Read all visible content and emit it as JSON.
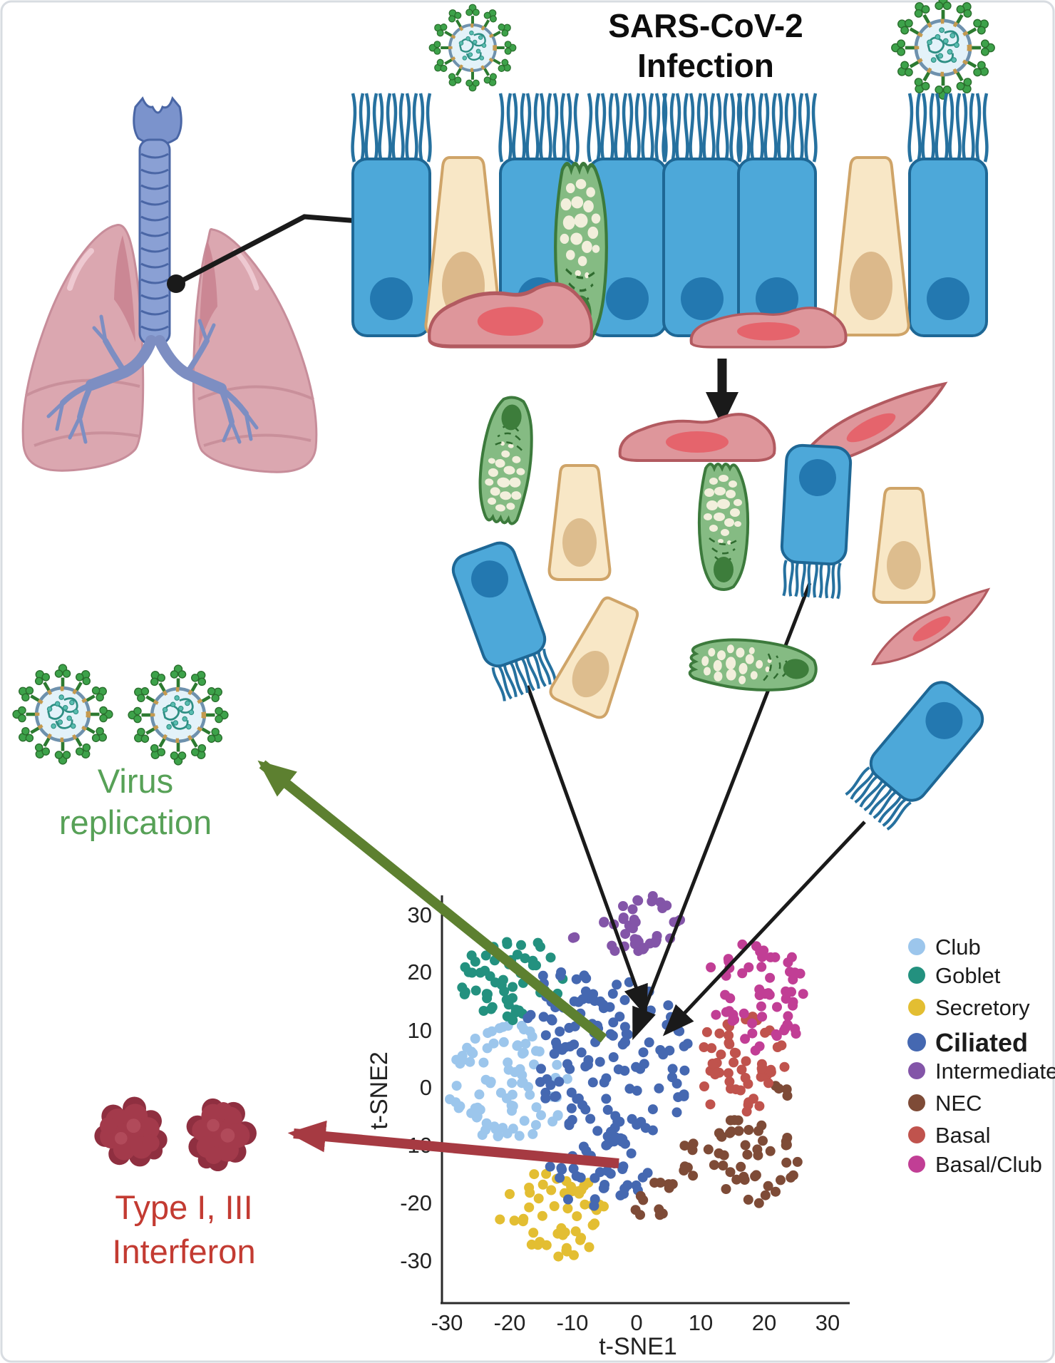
{
  "title": {
    "line1": "SARS-CoV-2",
    "line2": "Infection"
  },
  "annotations": {
    "virus_replication_line1": "Virus",
    "virus_replication_line2": "replication",
    "interferon_line1": "Type I, III",
    "interferon_line2": "Interferon"
  },
  "icons": {
    "coronavirus-icon": "round virion, light-blue core with teal RNA squiggle and green club-shaped spikes",
    "lungs-icon": "pink lungs with blue trachea and bronchial tree",
    "epithelium-icon": "ciliated airway epithelium strip with goblet, club and basal cells",
    "down-arrow-icon": "thick black downward arrow",
    "pointer-line-icon": "black callout line with dot",
    "interferon-blob-icon": "dark-red protein clump"
  },
  "palette": {
    "title_black": "#0d0d0d",
    "virus_text_green": "#57a157",
    "interferon_text_red": "#c33b32",
    "green_arrow": "#5d8030",
    "red_arrow": "#a63a42",
    "black_arrow": "#1a1a1a",
    "axis_color": "#2a2a2a",
    "frame_gray": "#d8dce1",
    "ciliated_cell_blue": "#4da8d9",
    "club_cell_cream": "#f8e7c6",
    "goblet_cell_green": "#85bb83",
    "basal_cell_pink": "#de969b",
    "lung_pink": "#dba7b0",
    "trachea_blue": "#8aa0d4",
    "interferon_blob": "#a33a4b"
  },
  "chart_data": {
    "type": "scatter",
    "title": "",
    "xlabel": "t-SNE1",
    "ylabel": "t-SNE2",
    "xlim": [
      -35,
      34
    ],
    "ylim": [
      -38,
      34
    ],
    "xticks": [
      -30,
      -20,
      -10,
      0,
      10,
      20,
      30
    ],
    "yticks": [
      30,
      20,
      10,
      0,
      -10,
      -20,
      -30
    ],
    "grid": false,
    "legend_position": "right",
    "point_radius_px": 7,
    "clusters": [
      {
        "name": "Club",
        "color": "#9cc6ec",
        "blobs": [
          {
            "cx": -20.3,
            "cy": 0.5,
            "rx": 9.5,
            "ry": 10.5,
            "n": 85
          }
        ]
      },
      {
        "name": "Goblet",
        "color": "#23917f",
        "blobs": [
          {
            "cx": -19.7,
            "cy": 19.0,
            "rx": 8.6,
            "ry": 7.6,
            "n": 55
          }
        ]
      },
      {
        "name": "Secretory",
        "color": "#e3be32",
        "blobs": [
          {
            "cx": -13.3,
            "cy": -22.3,
            "rx": 8.8,
            "ry": 7.6,
            "n": 54
          }
        ]
      },
      {
        "name": "Ciliated",
        "color": "#4568b1",
        "blobs": [
          {
            "cx": -3.6,
            "cy": 4.2,
            "rx": 12.8,
            "ry": 14.6,
            "n": 120
          },
          {
            "cx": -6.0,
            "cy": -14.2,
            "rx": 8.3,
            "ry": 6.7,
            "n": 40
          },
          {
            "cx": -11.5,
            "cy": 14.8,
            "rx": 6.6,
            "ry": 5.5,
            "n": 22
          }
        ]
      },
      {
        "name": "Intermediate",
        "color": "#8355a8",
        "blobs": [
          {
            "cx": 0.2,
            "cy": 28.2,
            "rx": 7.0,
            "ry": 5.5,
            "n": 38
          },
          {
            "cx": -10.4,
            "cy": 26.6,
            "rx": 1.6,
            "ry": 1.1,
            "n": 3
          }
        ]
      },
      {
        "name": "NEC",
        "color": "#7e4b37",
        "blobs": [
          {
            "cx": 16.4,
            "cy": -13.0,
            "rx": 9.5,
            "ry": 7.6,
            "n": 52
          },
          {
            "cx": 3.6,
            "cy": -19.8,
            "rx": 4.2,
            "ry": 3.6,
            "n": 12
          },
          {
            "cx": 23.3,
            "cy": -0.7,
            "rx": 2.2,
            "ry": 1.5,
            "n": 4
          }
        ]
      },
      {
        "name": "Basal",
        "color": "#c0534d",
        "blobs": [
          {
            "cx": 16.0,
            "cy": 3.6,
            "rx": 7.5,
            "ry": 9.2,
            "n": 52
          }
        ]
      },
      {
        "name": "Basal/Club",
        "color": "#c13e95",
        "blobs": [
          {
            "cx": 19.0,
            "cy": 15.7,
            "rx": 8.7,
            "ry": 9.6,
            "n": 62
          }
        ]
      }
    ]
  }
}
